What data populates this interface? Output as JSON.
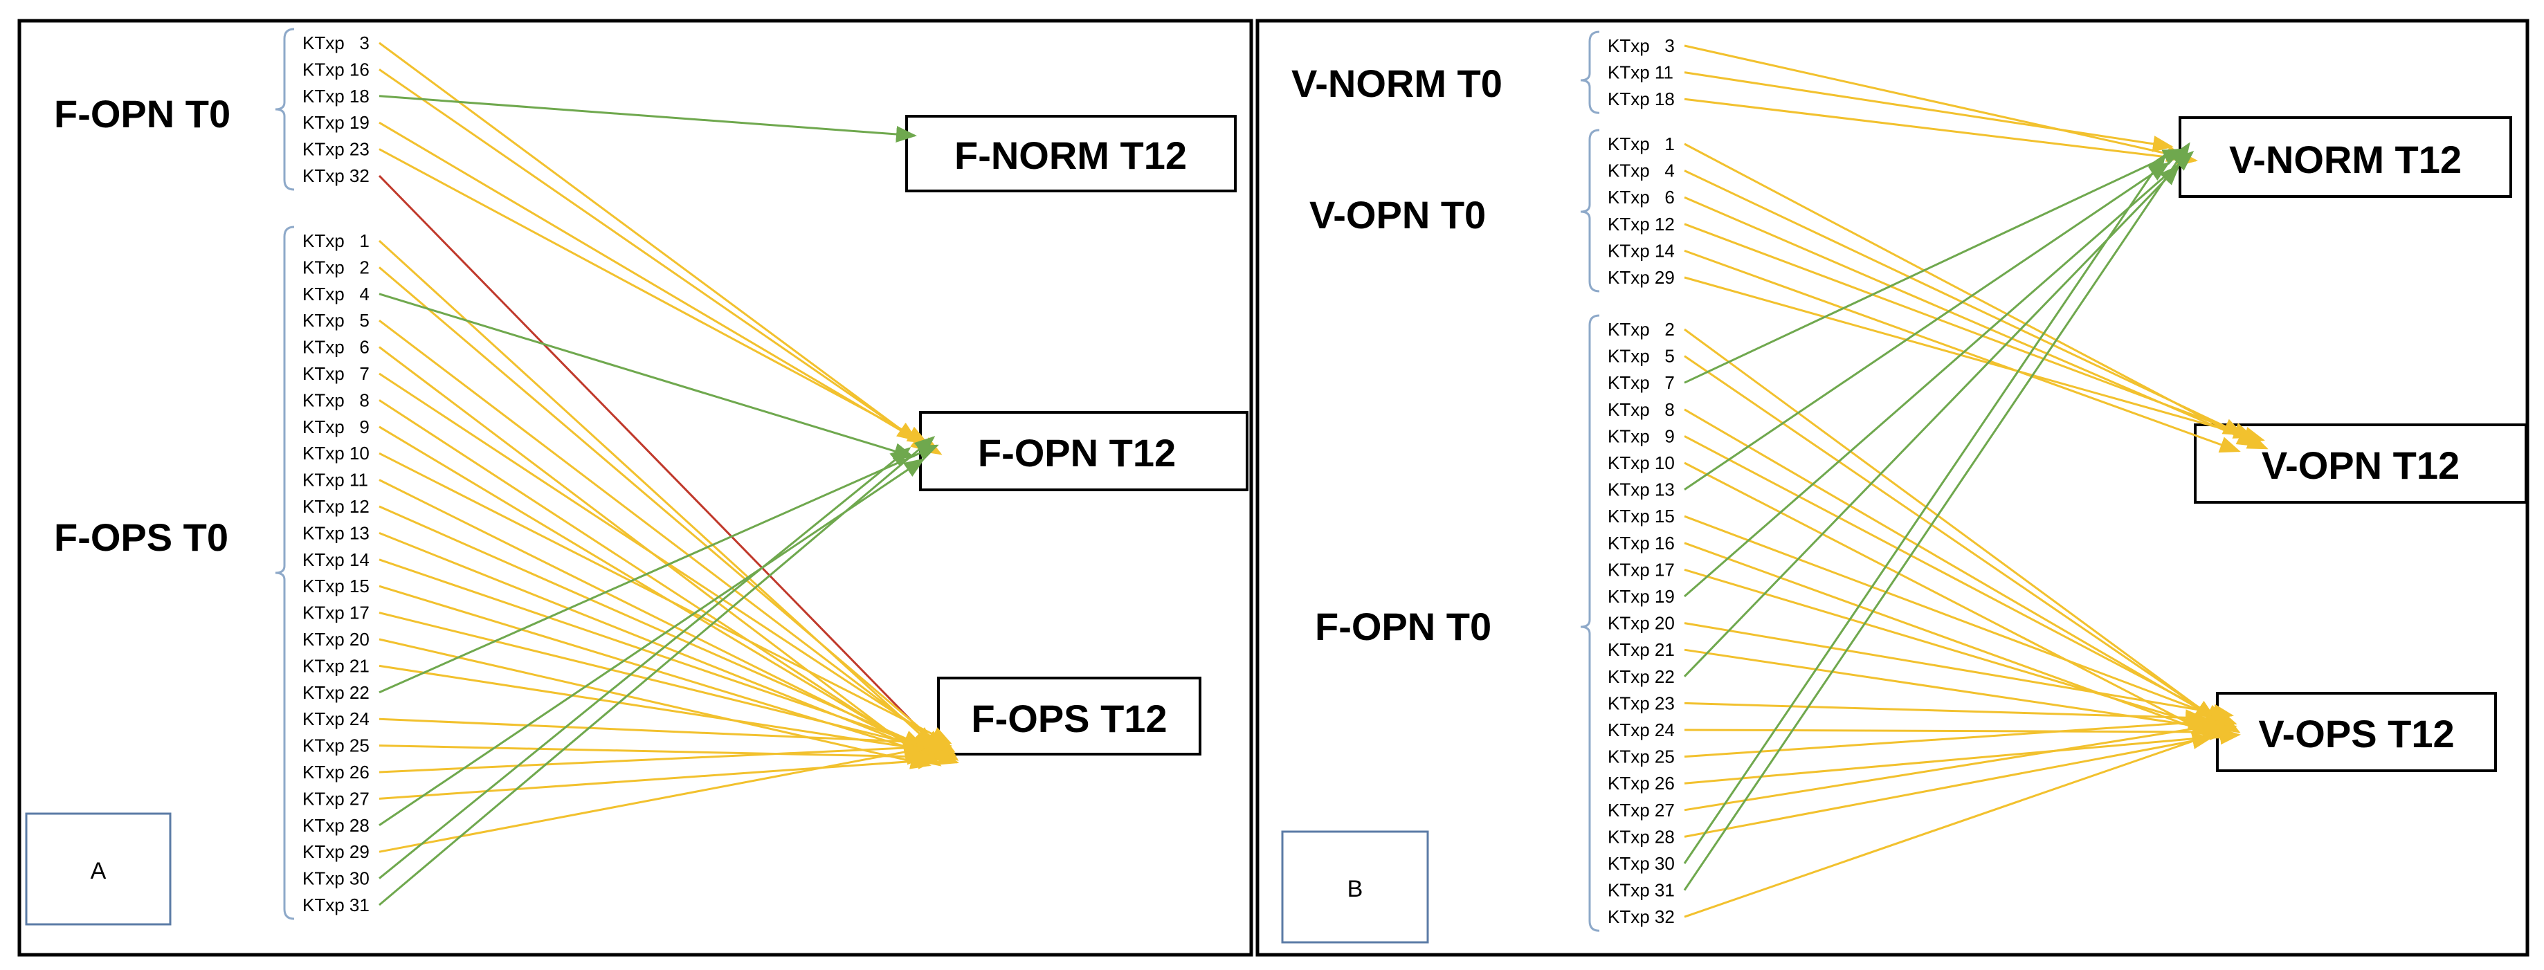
{
  "colors": {
    "transition_same": "#F2C12E",
    "improved": "#6FA84E",
    "worsened": "#C0392B",
    "bracket": "#8EA9C9",
    "frame": "#000000"
  },
  "panel_a": {
    "label": "A",
    "groups": [
      {
        "id": "fopn_t0",
        "label": "F-OPN T0",
        "patients": [
          "KTxp   3",
          "KTxp 16",
          "KTxp 18",
          "KTxp 19",
          "KTxp 23",
          "KTxp 32"
        ]
      },
      {
        "id": "fops_t0",
        "label": "F-OPS T0",
        "patients": [
          "KTxp   1",
          "KTxp   2",
          "KTxp   4",
          "KTxp   5",
          "KTxp   6",
          "KTxp   7",
          "KTxp   8",
          "KTxp   9",
          "KTxp 10",
          "KTxp 11",
          "KTxp 12",
          "KTxp 13",
          "KTxp 14",
          "KTxp 15",
          "KTxp 17",
          "KTxp 20",
          "KTxp 21",
          "KTxp 22",
          "KTxp 24",
          "KTxp 25",
          "KTxp 26",
          "KTxp 27",
          "KTxp 28",
          "KTxp 29",
          "KTxp 30",
          "KTxp 31"
        ]
      }
    ],
    "targets": [
      {
        "id": "fnorm_t12",
        "label": "F-NORM T12"
      },
      {
        "id": "fopn_t12",
        "label": "F-OPN T12"
      },
      {
        "id": "fops_t12",
        "label": "F-OPS T12"
      }
    ],
    "arrows": [
      {
        "from": "KTxp   3",
        "to": "fopn_t12",
        "color": "transition_same"
      },
      {
        "from": "KTxp 16",
        "to": "fopn_t12",
        "color": "transition_same"
      },
      {
        "from": "KTxp 18",
        "to": "fnorm_t12",
        "color": "improved"
      },
      {
        "from": "KTxp 19",
        "to": "fopn_t12",
        "color": "transition_same"
      },
      {
        "from": "KTxp 23",
        "to": "fopn_t12",
        "color": "transition_same"
      },
      {
        "from": "KTxp 32",
        "to": "fops_t12",
        "color": "worsened"
      },
      {
        "from": "KTxp   1",
        "to": "fops_t12",
        "color": "transition_same"
      },
      {
        "from": "KTxp   2",
        "to": "fops_t12",
        "color": "transition_same"
      },
      {
        "from": "KTxp   4",
        "to": "fopn_t12",
        "color": "improved"
      },
      {
        "from": "KTxp   5",
        "to": "fops_t12",
        "color": "transition_same"
      },
      {
        "from": "KTxp   6",
        "to": "fops_t12",
        "color": "transition_same"
      },
      {
        "from": "KTxp   7",
        "to": "fops_t12",
        "color": "transition_same"
      },
      {
        "from": "KTxp   8",
        "to": "fops_t12",
        "color": "transition_same"
      },
      {
        "from": "KTxp   9",
        "to": "fops_t12",
        "color": "transition_same"
      },
      {
        "from": "KTxp 10",
        "to": "fops_t12",
        "color": "transition_same"
      },
      {
        "from": "KTxp 11",
        "to": "fops_t12",
        "color": "transition_same"
      },
      {
        "from": "KTxp 12",
        "to": "fops_t12",
        "color": "transition_same"
      },
      {
        "from": "KTxp 13",
        "to": "fops_t12",
        "color": "transition_same"
      },
      {
        "from": "KTxp 14",
        "to": "fops_t12",
        "color": "transition_same"
      },
      {
        "from": "KTxp 15",
        "to": "fops_t12",
        "color": "transition_same"
      },
      {
        "from": "KTxp 17",
        "to": "fops_t12",
        "color": "transition_same"
      },
      {
        "from": "KTxp 20",
        "to": "fops_t12",
        "color": "transition_same"
      },
      {
        "from": "KTxp 21",
        "to": "fops_t12",
        "color": "transition_same"
      },
      {
        "from": "KTxp 22",
        "to": "fopn_t12",
        "color": "improved"
      },
      {
        "from": "KTxp 24",
        "to": "fops_t12",
        "color": "transition_same"
      },
      {
        "from": "KTxp 25",
        "to": "fops_t12",
        "color": "transition_same"
      },
      {
        "from": "KTxp 26",
        "to": "fops_t12",
        "color": "transition_same"
      },
      {
        "from": "KTxp 27",
        "to": "fops_t12",
        "color": "transition_same"
      },
      {
        "from": "KTxp 28",
        "to": "fopn_t12",
        "color": "improved"
      },
      {
        "from": "KTxp 29",
        "to": "fops_t12",
        "color": "transition_same"
      },
      {
        "from": "KTxp 30",
        "to": "fopn_t12",
        "color": "improved"
      },
      {
        "from": "KTxp 31",
        "to": "fopn_t12",
        "color": "improved"
      }
    ]
  },
  "panel_b": {
    "label": "B",
    "groups": [
      {
        "id": "vnorm_t0",
        "label": "V-NORM T0",
        "patients": [
          "KTxp   3",
          "KTxp 11",
          "KTxp 18"
        ]
      },
      {
        "id": "vopn_t0",
        "label": "V-OPN T0",
        "patients": [
          "KTxp   1",
          "KTxp   4",
          "KTxp   6",
          "KTxp 12",
          "KTxp 14",
          "KTxp 29"
        ]
      },
      {
        "id": "fopn_t0b",
        "label": "F-OPN T0",
        "patients": [
          "KTxp   2",
          "KTxp   5",
          "KTxp   7",
          "KTxp   8",
          "KTxp   9",
          "KTxp 10",
          "KTxp 13",
          "KTxp 15",
          "KTxp 16",
          "KTxp 17",
          "KTxp 19",
          "KTxp 20",
          "KTxp 21",
          "KTxp 22",
          "KTxp 23",
          "KTxp 24",
          "KTxp 25",
          "KTxp 26",
          "KTxp 27",
          "KTxp 28",
          "KTxp 30",
          "KTxp 31",
          "KTxp 32"
        ]
      }
    ],
    "targets": [
      {
        "id": "vnorm_t12",
        "label": "V-NORM T12"
      },
      {
        "id": "vopn_t12",
        "label": "V-OPN T12"
      },
      {
        "id": "vops_t12",
        "label": "V-OPS T12"
      }
    ],
    "arrows": [
      {
        "from": "KTxp   3",
        "to": "vnorm_t12",
        "color": "transition_same"
      },
      {
        "from": "KTxp 11",
        "to": "vnorm_t12",
        "color": "transition_same"
      },
      {
        "from": "KTxp 18",
        "to": "vnorm_t12",
        "color": "transition_same"
      },
      {
        "from": "KTxp   1",
        "to": "vopn_t12",
        "color": "transition_same"
      },
      {
        "from": "KTxp   4",
        "to": "vopn_t12",
        "color": "transition_same"
      },
      {
        "from": "KTxp   6",
        "to": "vopn_t12",
        "color": "transition_same"
      },
      {
        "from": "KTxp 12",
        "to": "vopn_t12",
        "color": "transition_same"
      },
      {
        "from": "KTxp 14",
        "to": "vopn_t12",
        "color": "transition_same"
      },
      {
        "from": "KTxp 29",
        "to": "vopn_t12",
        "color": "transition_same"
      },
      {
        "from": "KTxp   2",
        "to": "vops_t12",
        "color": "transition_same"
      },
      {
        "from": "KTxp   5",
        "to": "vops_t12",
        "color": "transition_same"
      },
      {
        "from": "KTxp   7",
        "to": "vnorm_t12",
        "color": "improved"
      },
      {
        "from": "KTxp   8",
        "to": "vops_t12",
        "color": "transition_same"
      },
      {
        "from": "KTxp   9",
        "to": "vops_t12",
        "color": "transition_same"
      },
      {
        "from": "KTxp 10",
        "to": "vops_t12",
        "color": "transition_same"
      },
      {
        "from": "KTxp 13",
        "to": "vnorm_t12",
        "color": "improved"
      },
      {
        "from": "KTxp 15",
        "to": "vops_t12",
        "color": "transition_same"
      },
      {
        "from": "KTxp 16",
        "to": "vops_t12",
        "color": "transition_same"
      },
      {
        "from": "KTxp 17",
        "to": "vops_t12",
        "color": "transition_same"
      },
      {
        "from": "KTxp 19",
        "to": "vnorm_t12",
        "color": "improved"
      },
      {
        "from": "KTxp 20",
        "to": "vops_t12",
        "color": "transition_same"
      },
      {
        "from": "KTxp 21",
        "to": "vops_t12",
        "color": "transition_same"
      },
      {
        "from": "KTxp 22",
        "to": "vnorm_t12",
        "color": "improved"
      },
      {
        "from": "KTxp 23",
        "to": "vops_t12",
        "color": "transition_same"
      },
      {
        "from": "KTxp 24",
        "to": "vops_t12",
        "color": "transition_same"
      },
      {
        "from": "KTxp 25",
        "to": "vops_t12",
        "color": "transition_same"
      },
      {
        "from": "KTxp 26",
        "to": "vops_t12",
        "color": "transition_same"
      },
      {
        "from": "KTxp 27",
        "to": "vops_t12",
        "color": "transition_same"
      },
      {
        "from": "KTxp 28",
        "to": "vops_t12",
        "color": "transition_same"
      },
      {
        "from": "KTxp 30",
        "to": "vnorm_t12",
        "color": "improved"
      },
      {
        "from": "KTxp 31",
        "to": "vnorm_t12",
        "color": "improved"
      },
      {
        "from": "KTxp 32",
        "to": "vops_t12",
        "color": "transition_same"
      }
    ]
  }
}
